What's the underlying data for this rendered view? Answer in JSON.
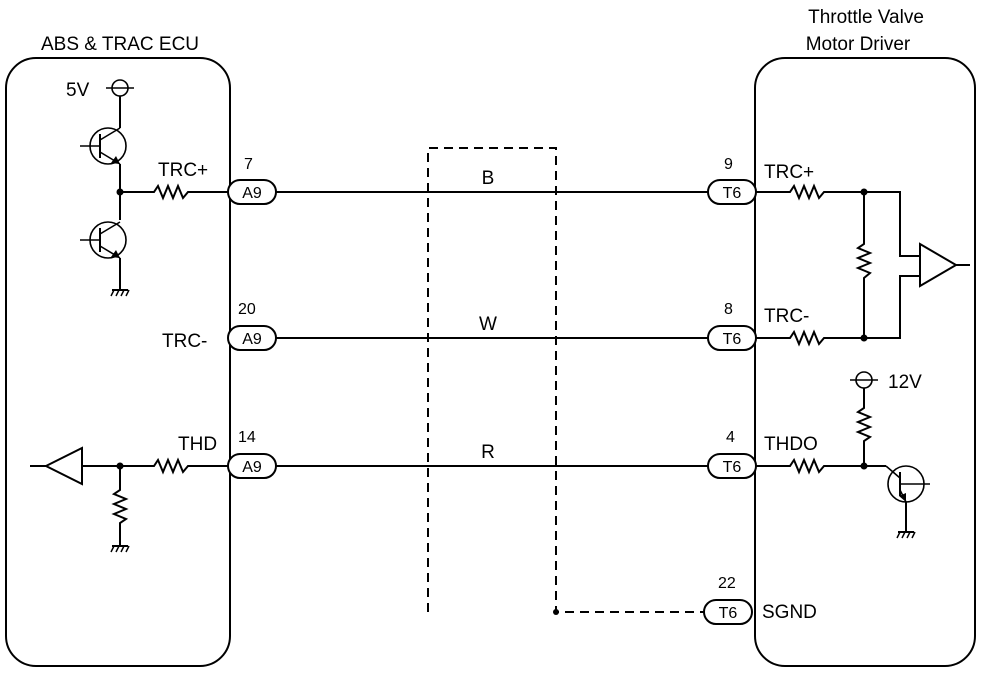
{
  "left_ecu": {
    "title": "ABS & TRAC ECU",
    "supply": "5V"
  },
  "right_ecu": {
    "title_line1": "Throttle Valve",
    "title_line2": "Motor Driver",
    "supply": "12V"
  },
  "circuits": [
    {
      "left_signal": "TRC+",
      "left_pin": "7",
      "left_connector": "A9",
      "wire_color": "B",
      "right_connector": "T6",
      "right_pin": "9",
      "right_signal": "TRC+"
    },
    {
      "left_signal": "TRC-",
      "left_pin": "20",
      "left_connector": "A9",
      "wire_color": "W",
      "right_connector": "T6",
      "right_pin": "8",
      "right_signal": "TRC-"
    },
    {
      "left_signal": "THD",
      "left_pin": "14",
      "left_connector": "A9",
      "wire_color": "R",
      "right_connector": "T6",
      "right_pin": "4",
      "right_signal": "THDO"
    }
  ],
  "shield": {
    "right_connector": "T6",
    "right_pin": "22",
    "right_signal": "SGND"
  }
}
